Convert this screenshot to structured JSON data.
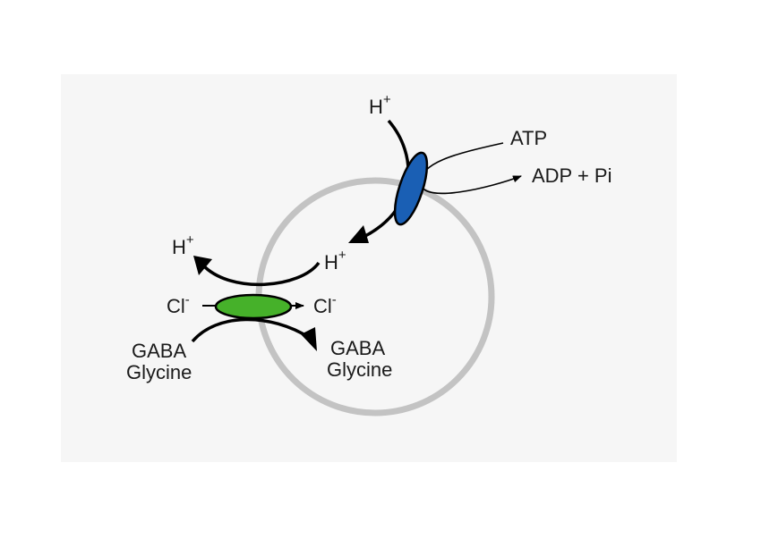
{
  "colors": {
    "panel": "#f6f6f6",
    "vesicle": "#c3c3c3",
    "v_atpase": "#1a5fb4",
    "transporter": "#46b12a",
    "line": "#000000"
  },
  "labels": {
    "h_top": "H",
    "h_top_charge": "+",
    "atp": "ATP",
    "adp_pi": "ADP + Pi",
    "h_inside": "H",
    "h_inside_charge": "+",
    "h_out": "H",
    "h_out_charge": "+",
    "cl_out": "Cl",
    "cl_out_charge": "-",
    "cl_in": "Cl",
    "cl_in_charge": "-",
    "gaba_out": "GABA",
    "glycine_out": "Glycine",
    "gaba_in": "GABA",
    "glycine_in": "Glycine"
  }
}
